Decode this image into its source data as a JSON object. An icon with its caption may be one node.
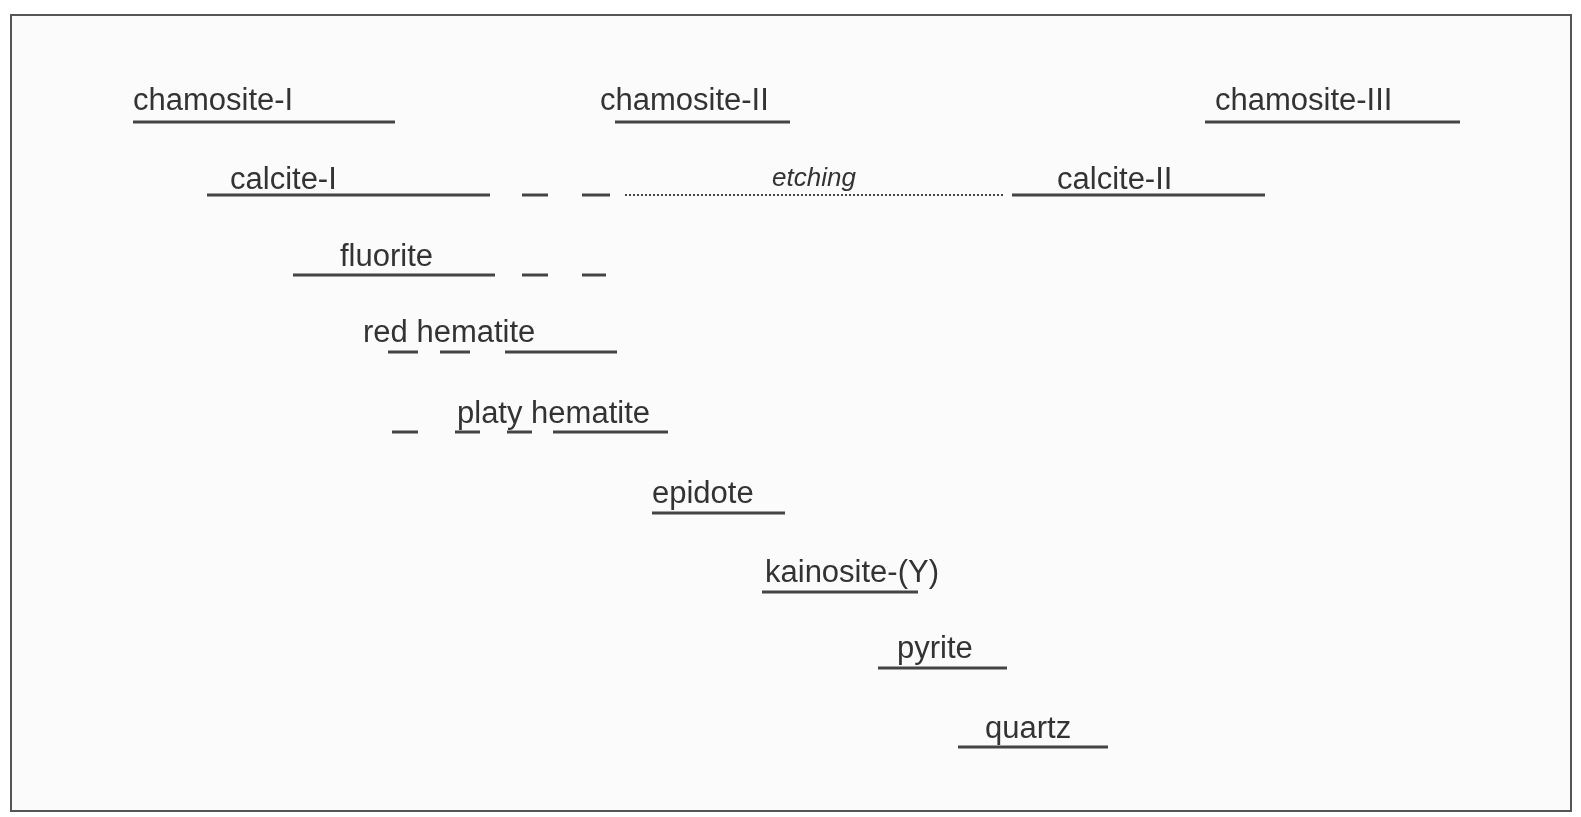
{
  "diagram": {
    "labels": [
      "chamosite-I",
      "chamosite-II",
      "chamosite-III",
      "calcite-I",
      "etching",
      "calcite-II",
      "fluorite",
      "red hematite",
      "platy hematite",
      "epidote",
      "kainosite-(Y)",
      "pyrite",
      "quartz"
    ]
  }
}
